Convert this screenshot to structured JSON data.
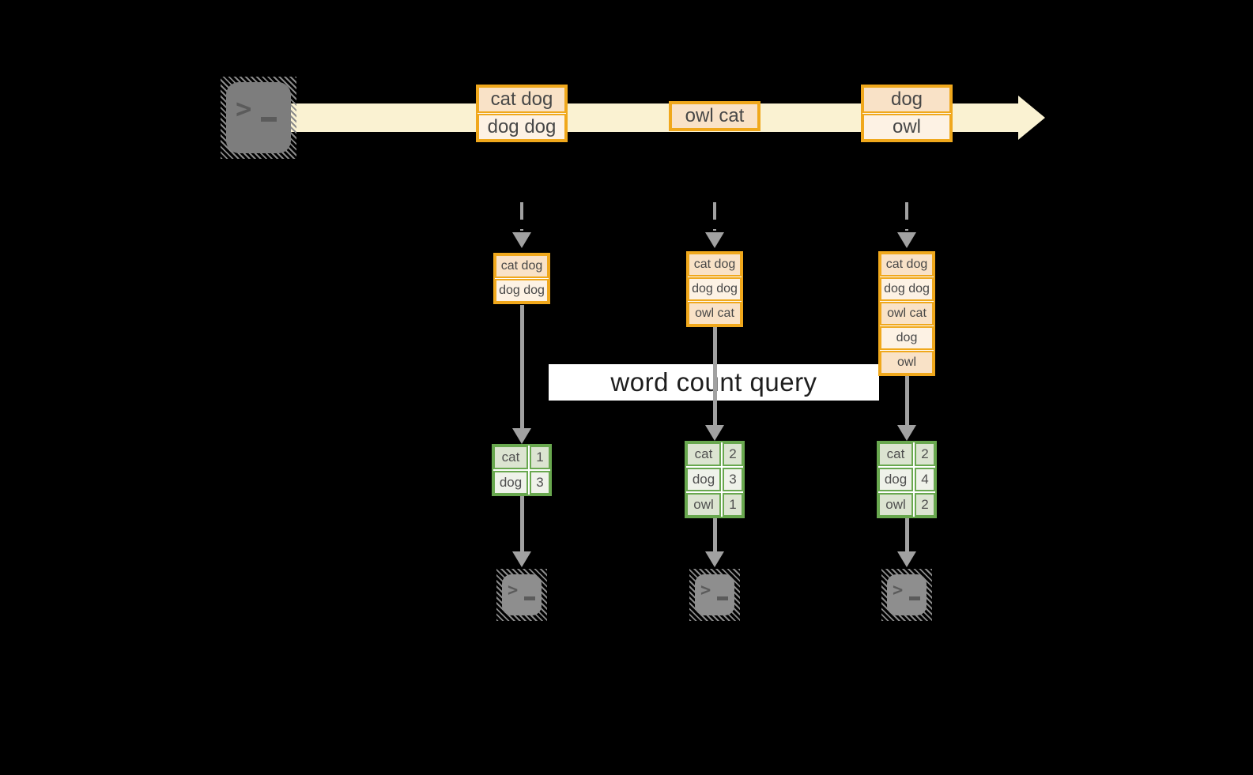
{
  "query": {
    "label": "word count query"
  },
  "stream": {
    "batches": [
      {
        "rows": [
          "cat dog",
          "dog dog"
        ]
      },
      {
        "rows": [
          "owl cat"
        ]
      },
      {
        "rows": [
          "dog",
          "owl"
        ]
      }
    ]
  },
  "workers": [
    {
      "buffer": [
        "cat dog",
        "dog dog"
      ],
      "counts": [
        {
          "word": "cat",
          "count": "1"
        },
        {
          "word": "dog",
          "count": "3"
        }
      ]
    },
    {
      "buffer": [
        "cat dog",
        "dog dog",
        "owl cat"
      ],
      "counts": [
        {
          "word": "cat",
          "count": "2"
        },
        {
          "word": "dog",
          "count": "3"
        },
        {
          "word": "owl",
          "count": "1"
        }
      ]
    },
    {
      "buffer": [
        "cat dog",
        "dog dog",
        "owl cat",
        "dog",
        "owl"
      ],
      "counts": [
        {
          "word": "cat",
          "count": "2"
        },
        {
          "word": "dog",
          "count": "4"
        },
        {
          "word": "owl",
          "count": "2"
        }
      ]
    }
  ],
  "icons": {
    "source": "terminal-icon",
    "workers": [
      "terminal-icon",
      "terminal-icon",
      "terminal-icon"
    ]
  },
  "colors": {
    "background": "#000000",
    "stream_band": "#faf2d2",
    "orange_border": "#f0a81c",
    "peach_dark": "#f9e2c7",
    "peach_light": "#fdf2e4",
    "green_border": "#69a84f",
    "green_row_dark": "#dce4d1",
    "green_row_light": "#eff2ea",
    "arrow_gray": "#a1a1a1",
    "label_bg": "#ffffff"
  }
}
